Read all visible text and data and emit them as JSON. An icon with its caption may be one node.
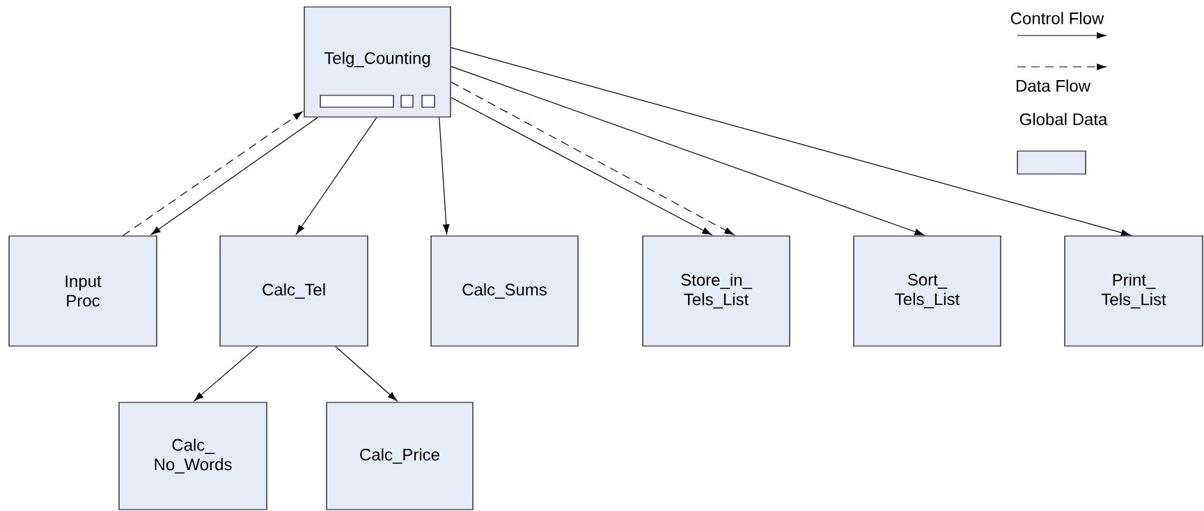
{
  "diagram": {
    "nodes": [
      {
        "text": [
          "Telg_Counting"
        ]
      },
      {
        "text": [
          "Input Proc"
        ]
      },
      {
        "text": [
          "Calc_Tel"
        ]
      },
      {
        "text": [
          "Calc_Sums"
        ]
      },
      {
        "text": [
          "Store_in_ Tels_List"
        ]
      },
      {
        "text": [
          "Sort_ Tels_List"
        ]
      },
      {
        "text": [
          "Print_ Tels_List"
        ]
      },
      {
        "text": [
          "Calc_ No_Words"
        ]
      },
      {
        "text": [
          "Calc_Price"
        ]
      }
    ],
    "edges": [
      {
        "from": 0,
        "to": 1,
        "arrow": "to"
      },
      {
        "from": 1,
        "to": 0,
        "arrow": "to",
        "style": "dashed"
      },
      {
        "from": 0,
        "to": 2,
        "arrow": "to"
      },
      {
        "from": 0,
        "to": 3,
        "arrow": "to"
      },
      {
        "from": 0,
        "to": 4,
        "arrow": "to"
      },
      {
        "from": 0,
        "to": 4,
        "arrow": "to",
        "style": "dashed"
      },
      {
        "from": 0,
        "to": 5,
        "arrow": "to"
      },
      {
        "from": 0,
        "to": 6,
        "arrow": "to"
      },
      {
        "from": 2,
        "to": 7,
        "arrow": "to"
      },
      {
        "from": 2,
        "to": 8,
        "arrow": "to"
      }
    ],
    "legend": [
      {
        "text": "Control Flow"
      },
      {
        "text": "Data Flow"
      },
      {
        "text": "Global Data",
        "color": "#e6ecf7"
      }
    ]
  }
}
